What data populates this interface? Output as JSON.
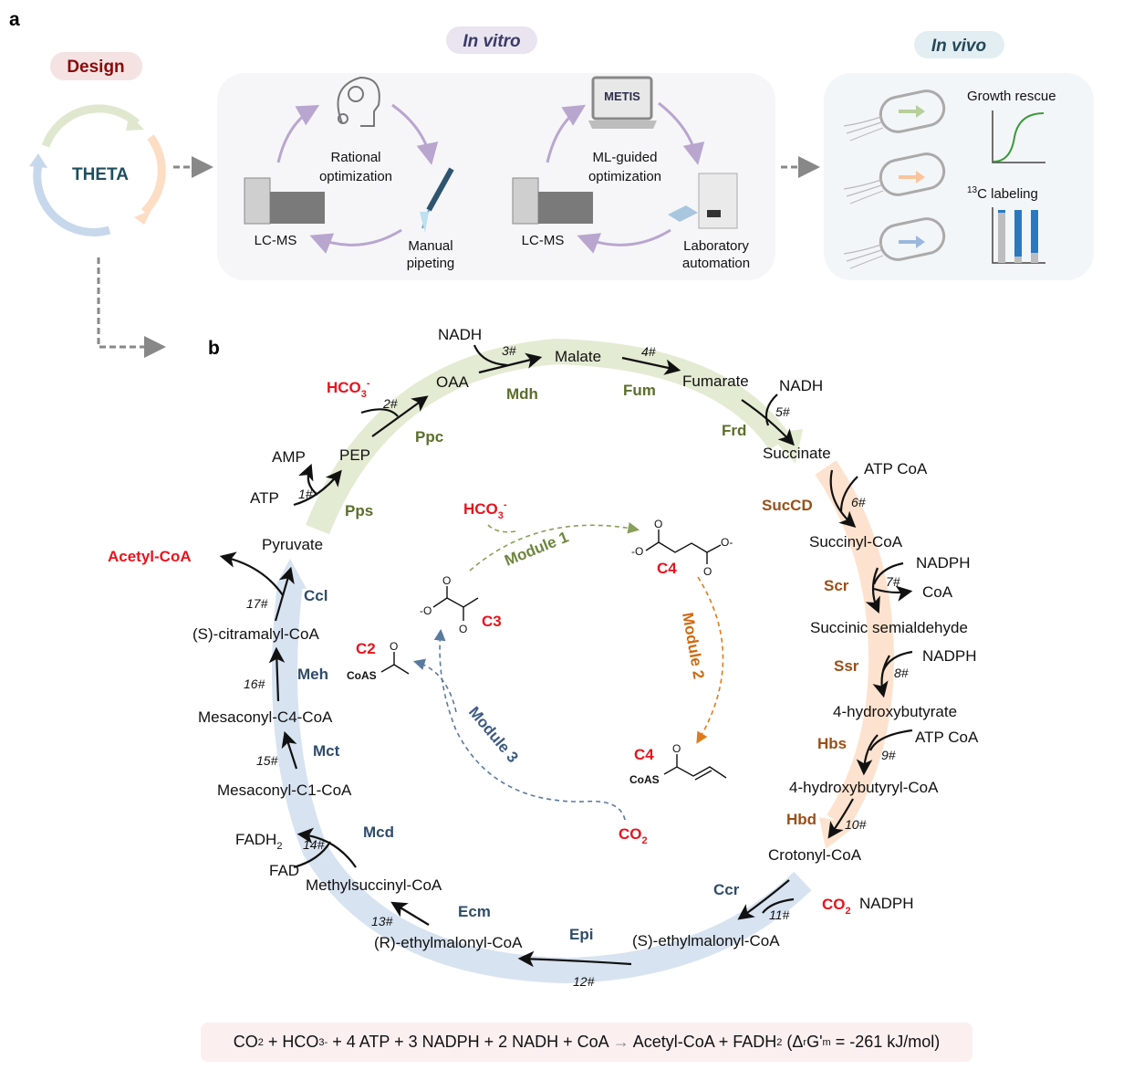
{
  "panel_a": {
    "label": "a",
    "design": {
      "label": "Design",
      "center": "THETA"
    },
    "in_vitro": {
      "label": "In vitro",
      "rational": {
        "line1": "Rational",
        "line2": "optimization",
        "lcms": "LC-MS",
        "manual1": "Manual",
        "manual2": "pipeting"
      },
      "ml": {
        "line1": "ML-guided",
        "line2": "optimization",
        "lcms": "LC-MS",
        "auto1": "Laboratory",
        "auto2": "automation",
        "laptop_text": "METIS"
      }
    },
    "in_vivo": {
      "label": "In vivo",
      "growth": "Growth rescue",
      "labeling_sup": "13",
      "labeling": "C labeling"
    }
  },
  "panel_b": {
    "label": "b",
    "metabolites": {
      "pyruvate": "Pyruvate",
      "pep": "PEP",
      "oaa": "OAA",
      "malate": "Malate",
      "fumarate": "Fumarate",
      "succinate": "Succinate",
      "succinyl_coa": "Succinyl-CoA",
      "ssa": "Succinic semialdehyde",
      "hb": "4-hydroxybutyrate",
      "hb_coa": "4-hydroxybutyryl-CoA",
      "crotonyl": "Crotonyl-CoA",
      "s_ethylmalonyl": "(S)-ethylmalonyl-CoA",
      "r_ethylmalonyl": "(R)-ethylmalonyl-CoA",
      "methylsuccinyl": "Methylsuccinyl-CoA",
      "mesaconyl_c1": "Mesaconyl-C1-CoA",
      "mesaconyl_c4": "Mesaconyl-C4-CoA",
      "citramalyl": "(S)-citramalyl-CoA",
      "acetyl_coa": "Acetyl-CoA"
    },
    "cofactors": {
      "atp1": "ATP",
      "amp": "AMP",
      "hco3": "HCO",
      "hco3_sub": "3",
      "hco3_sup": "-",
      "nadh3": "NADH",
      "nadh5": "NADH",
      "atp_coa6": "ATP CoA",
      "nadph7": "NADPH",
      "coa7": "CoA",
      "nadph8": "NADPH",
      "atp_coa9": "ATP CoA",
      "co2": "CO",
      "co2_sub": "2",
      "nadph11": "NADPH",
      "fadh2": "FADH",
      "fadh2_sub": "2",
      "fad": "FAD"
    },
    "enzymes": {
      "pps": "Pps",
      "ppc": "Ppc",
      "mdh": "Mdh",
      "fum": "Fum",
      "frd": "Frd",
      "succd": "SucCD",
      "scr": "Scr",
      "ssr": "Ssr",
      "hbs": "Hbs",
      "hbd": "Hbd",
      "ccr": "Ccr",
      "epi": "Epi",
      "ecm": "Ecm",
      "mcd": "Mcd",
      "mct": "Mct",
      "meh": "Meh",
      "ccl": "Ccl"
    },
    "steps": [
      "1#",
      "2#",
      "3#",
      "4#",
      "5#",
      "6#",
      "7#",
      "8#",
      "9#",
      "10#",
      "11#",
      "12#",
      "13#",
      "14#",
      "15#",
      "16#",
      "17#"
    ],
    "modules": {
      "m1": "Module 1",
      "m2": "Module 2",
      "m3": "Module 3",
      "hco3": "HCO",
      "hco3_sub": "3",
      "hco3_sup": "-",
      "co2": "CO",
      "co2_sub": "2",
      "c4_top": "C4",
      "c3": "C3",
      "c2": "C2",
      "c4_bottom": "C4",
      "coas": "CoAS",
      "o": "O",
      "neg_o": "-O",
      "o_neg": "O-"
    },
    "colors": {
      "green_band": "#e3ebd3",
      "orange_band": "#fde3cf",
      "blue_band": "#d8e3f1",
      "red": "#e8141c",
      "module1": "#8aa05a",
      "module2": "#e07b1a",
      "module3": "#5a7aa0"
    }
  },
  "equation": {
    "parts": [
      "CO",
      "2",
      " + HCO",
      "3",
      "-",
      " + 4 ATP + 3 NADPH + 2 NADH + CoA ",
      "→",
      " Acetyl-CoA + FADH",
      "2",
      " (Δ",
      "r",
      "G'",
      "m",
      " = -261 kJ/mol)"
    ]
  }
}
